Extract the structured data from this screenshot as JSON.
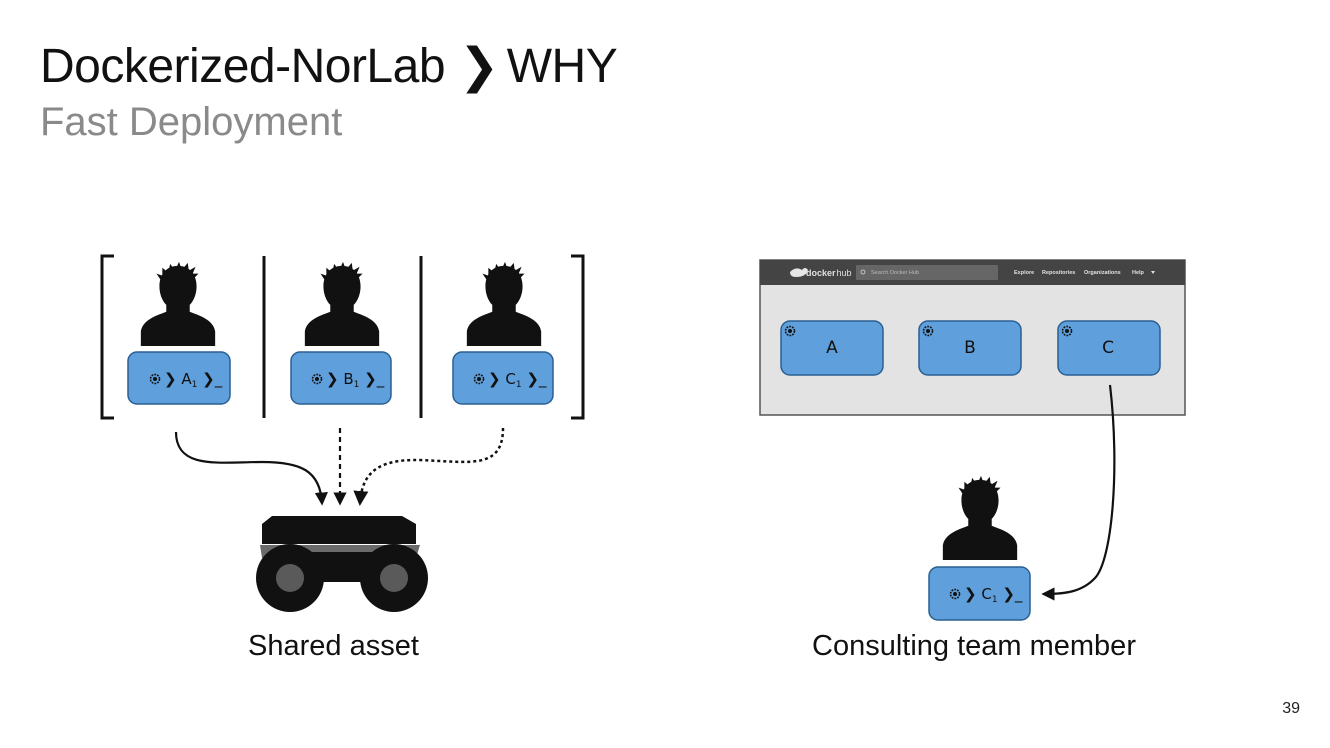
{
  "header": {
    "title": "Dockerized-NorLab",
    "separator": "❯",
    "title_suffix": "WHY",
    "subtitle": "Fast Deployment"
  },
  "left_panel": {
    "developers": [
      {
        "id": "A",
        "terminal_letter": "A",
        "subscript": "1",
        "prompt": "❯_"
      },
      {
        "id": "B",
        "terminal_letter": "B",
        "subscript": "1",
        "prompt": "❯_"
      },
      {
        "id": "C",
        "terminal_letter": "C",
        "subscript": "1",
        "prompt": "❯_"
      }
    ],
    "caption": "Shared asset"
  },
  "right_panel": {
    "dockerhub": {
      "logo_text_bold": "docker",
      "logo_text_light": "hub",
      "search_placeholder": "Search Docker Hub",
      "nav": [
        "Explore",
        "Repositories",
        "Organizations",
        "Help"
      ],
      "repos": [
        "A",
        "B",
        "C"
      ]
    },
    "consultant_terminal": {
      "terminal_letter": "C",
      "subscript": "1",
      "prompt": "❯_"
    },
    "caption": "Consulting team member"
  },
  "footer": {
    "page_number": "39"
  },
  "colors": {
    "terminal_fill": "#5f9fdb",
    "terminal_stroke": "#2a5f92",
    "hub_bar": "#444444",
    "hub_bg": "#e3e3e3"
  }
}
